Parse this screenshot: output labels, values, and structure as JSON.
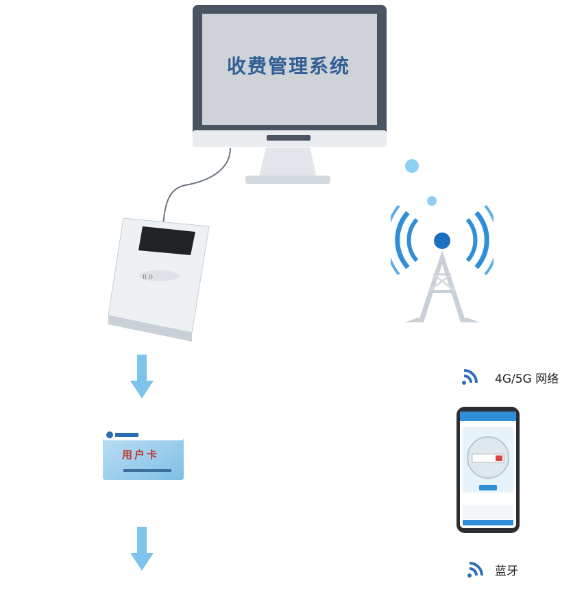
{
  "system": {
    "title": "收费管理系统"
  },
  "card": {
    "label": "用户卡"
  },
  "network": {
    "label": "4G/5G 网络",
    "icon": "signal-waves-icon"
  },
  "bluetooth": {
    "label": "蓝牙",
    "icon": "bluetooth-waves-icon"
  },
  "colors": {
    "accent": "#2f8fd6",
    "arrow": "#7dc3ec",
    "monitor_frame": "#4a5561",
    "screen": "#cfd3d8"
  }
}
